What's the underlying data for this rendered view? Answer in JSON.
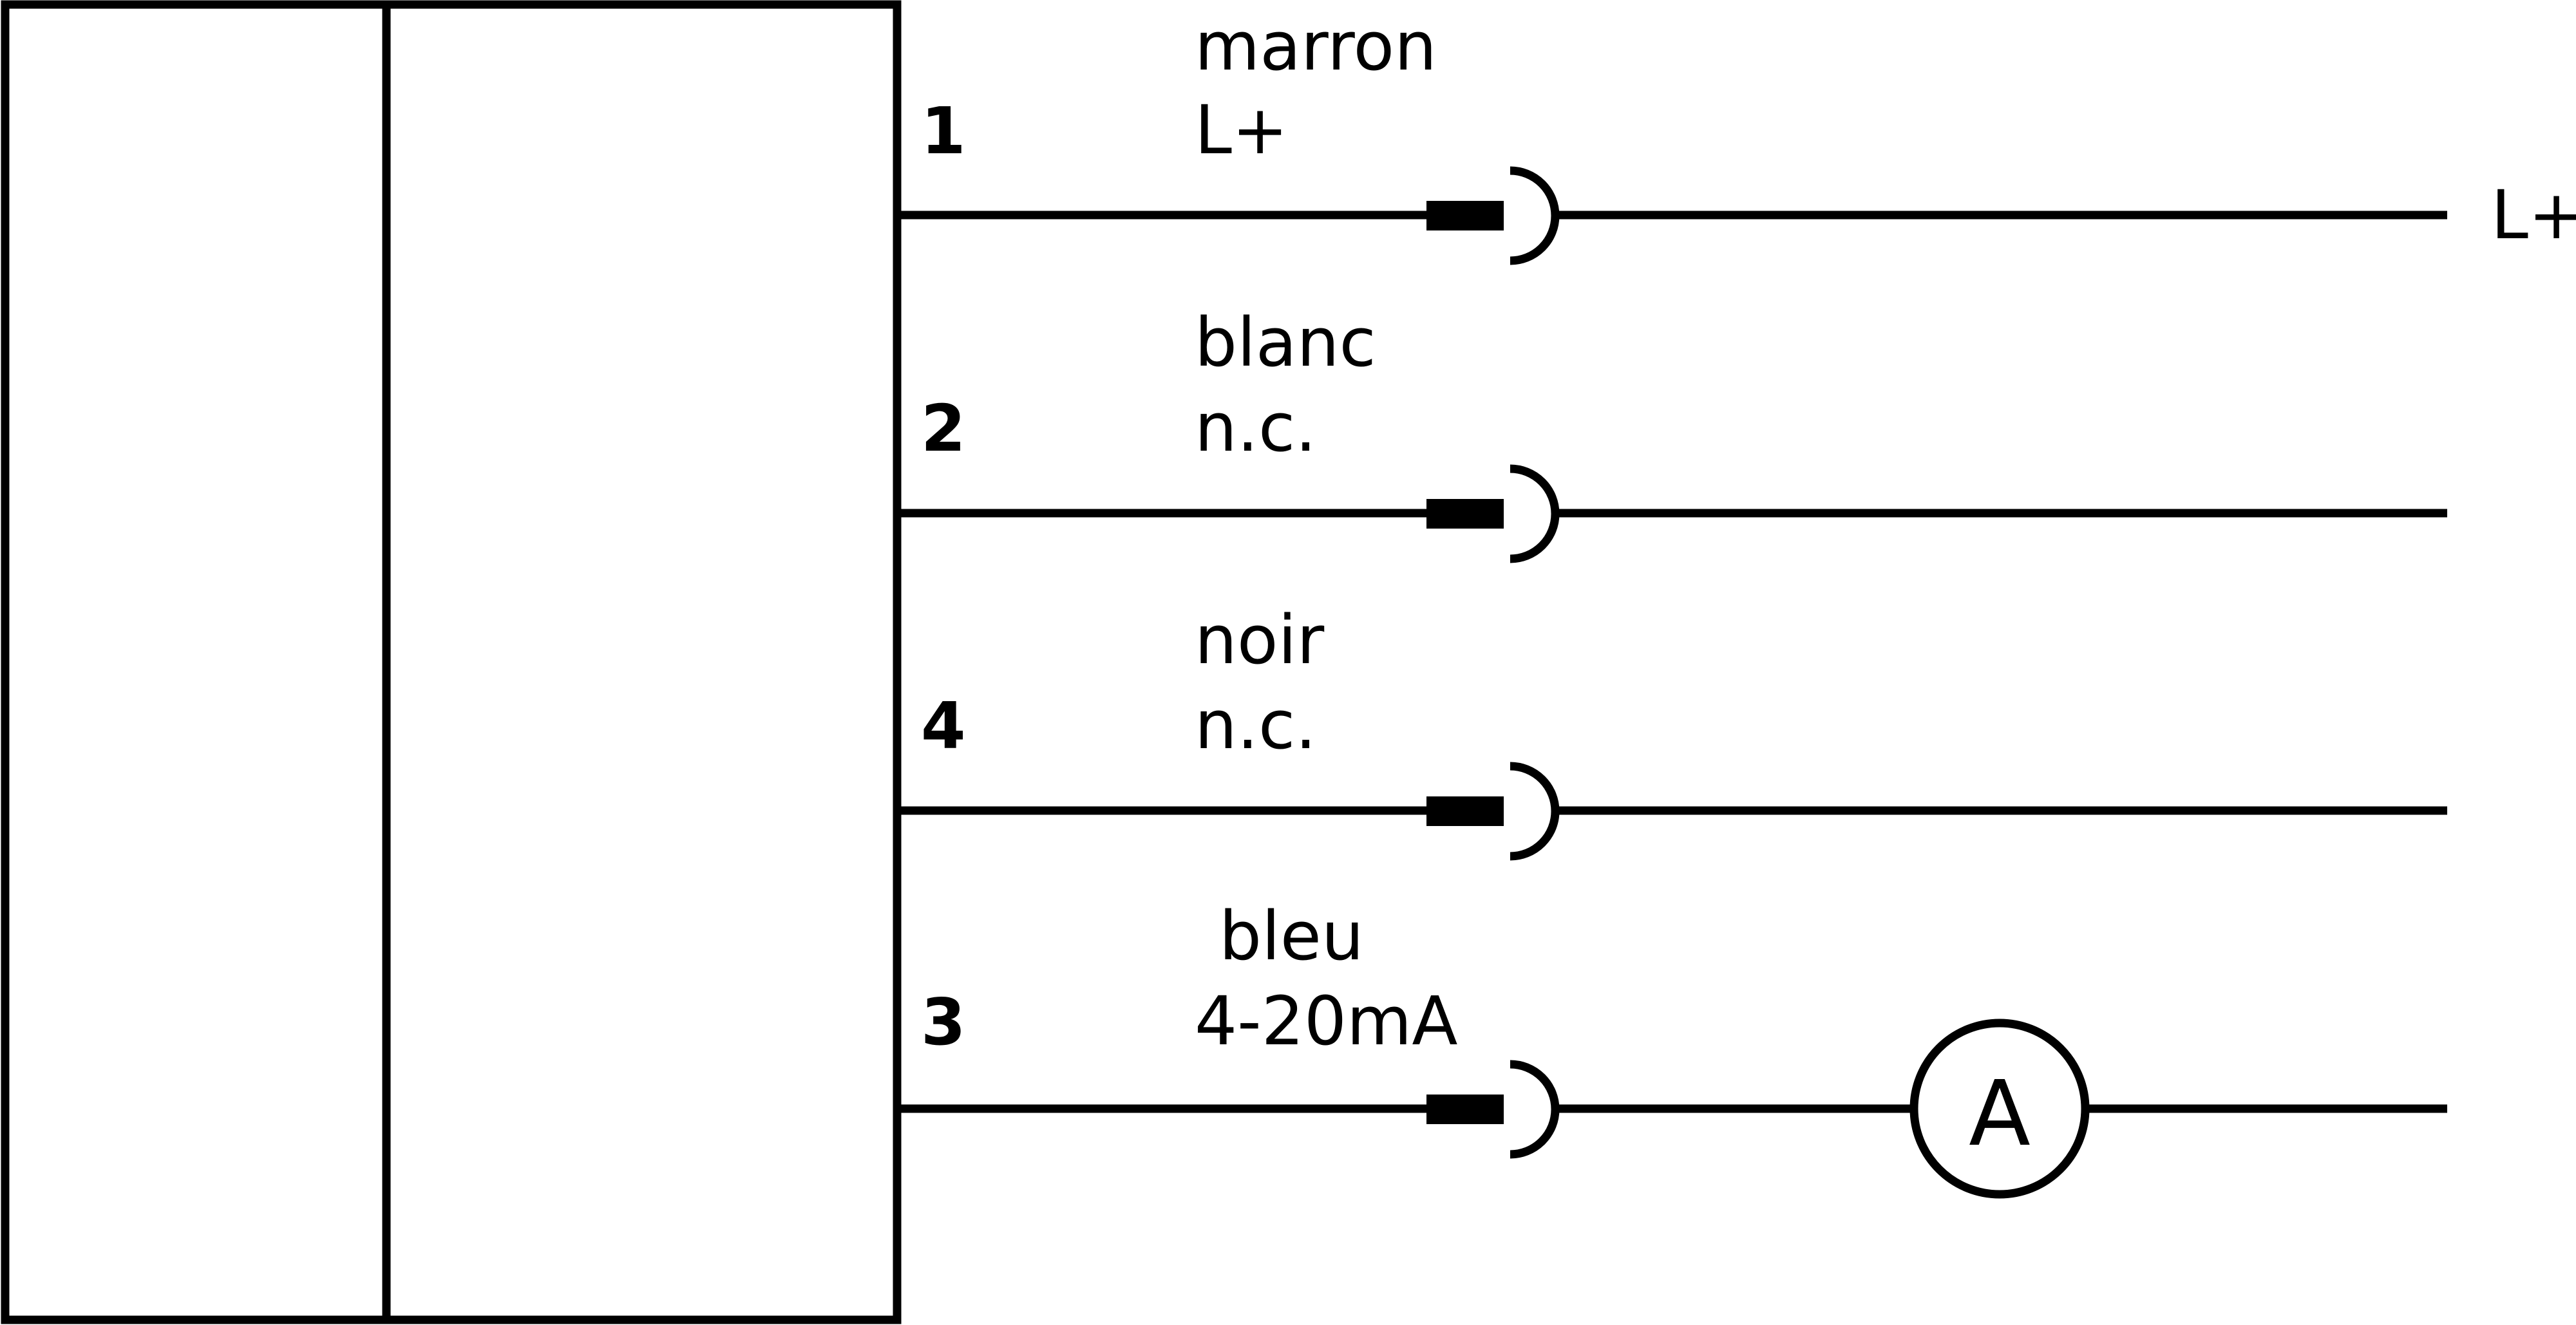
{
  "wires": [
    {
      "pin": "1",
      "color": "marron",
      "function": "L+",
      "end_label": "L+",
      "ammeter": false
    },
    {
      "pin": "2",
      "color": "blanc",
      "function": "n.c.",
      "end_label": "",
      "ammeter": false
    },
    {
      "pin": "4",
      "color": "noir",
      "function": "n.c.",
      "end_label": "",
      "ammeter": false
    },
    {
      "pin": "3",
      "color": "bleu",
      "function": "4-20mA",
      "end_label": "",
      "ammeter": true
    }
  ],
  "ammeter": {
    "symbol": "A"
  }
}
